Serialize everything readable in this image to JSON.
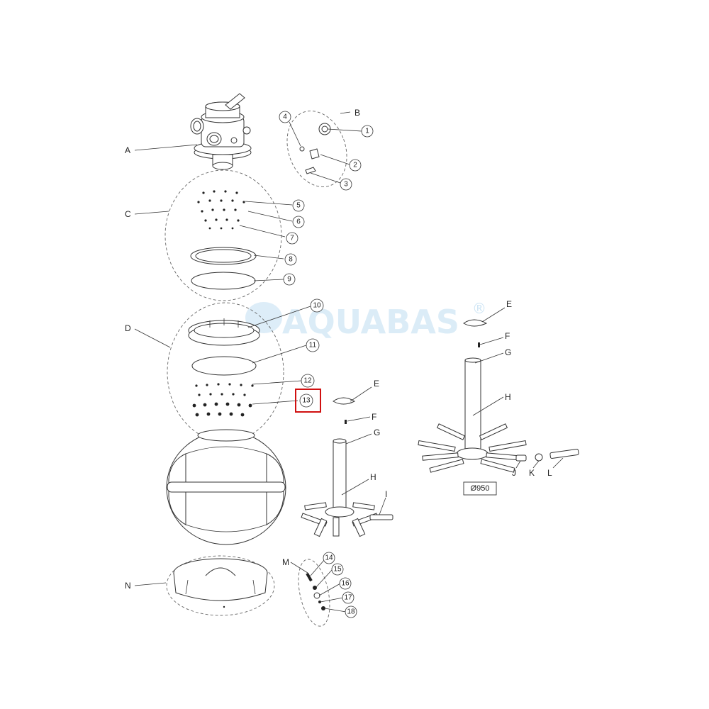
{
  "watermark": {
    "text": "AQUABAS",
    "mark": "®"
  },
  "group_labels": {
    "A": "A",
    "B": "B",
    "C": "C",
    "D": "D",
    "E1": "E",
    "F1": "F",
    "G1": "G",
    "H1": "H",
    "I": "I",
    "E2": "E",
    "F2": "F",
    "G2": "G",
    "H2": "H",
    "J": "J",
    "K": "K",
    "L": "L",
    "M": "M",
    "N": "N"
  },
  "callouts": {
    "n1": "1",
    "n2": "2",
    "n3": "3",
    "n4": "4",
    "n5": "5",
    "n6": "6",
    "n7": "7",
    "n8": "8",
    "n9": "9",
    "n10": "10",
    "n11": "11",
    "n12": "12",
    "n13": "13",
    "n14": "14",
    "n15": "15",
    "n16": "16",
    "n17": "17",
    "n18": "18"
  },
  "highlighted_callout": "13",
  "dimension_label": "Ø950",
  "colors": {
    "highlight": "#d01010",
    "watermark": "#cfe6f5",
    "lines": "#333333"
  }
}
